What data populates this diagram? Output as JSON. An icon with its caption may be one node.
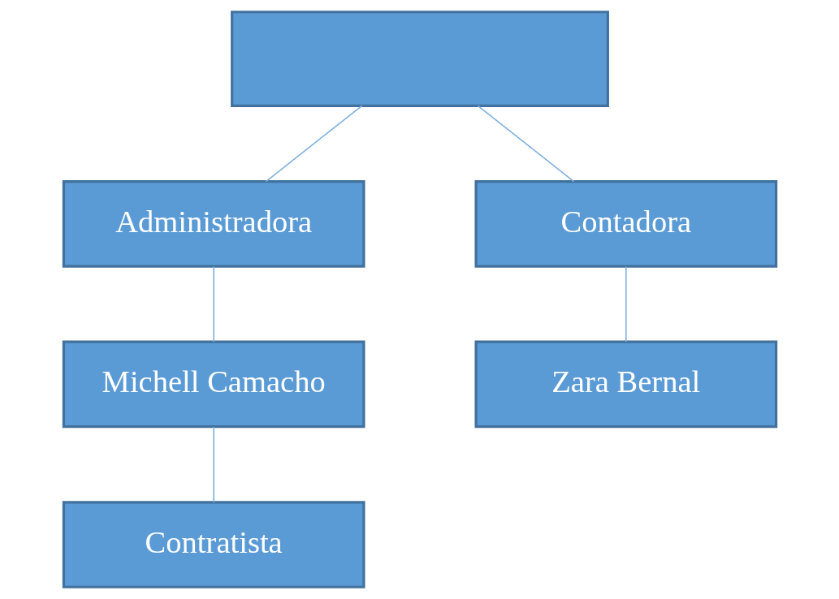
{
  "diagram": {
    "nodes": [
      {
        "text": [],
        "shape": "box"
      },
      {
        "text": [
          "Administradora"
        ]
      },
      {
        "text": [
          "Contadora"
        ]
      },
      {
        "text": [
          "Michell Camacho"
        ]
      },
      {
        "text": [
          "Zara Bernal"
        ]
      },
      {
        "text": [
          "Contratista"
        ]
      }
    ],
    "edges": [
      {
        "from": 0,
        "to": 1,
        "arrow": "none"
      },
      {
        "from": 0,
        "to": 2,
        "arrow": "none"
      },
      {
        "from": 1,
        "to": 3,
        "arrow": "none"
      },
      {
        "from": 2,
        "to": 4,
        "arrow": "none"
      },
      {
        "from": 3,
        "to": 5,
        "arrow": "none"
      }
    ]
  }
}
